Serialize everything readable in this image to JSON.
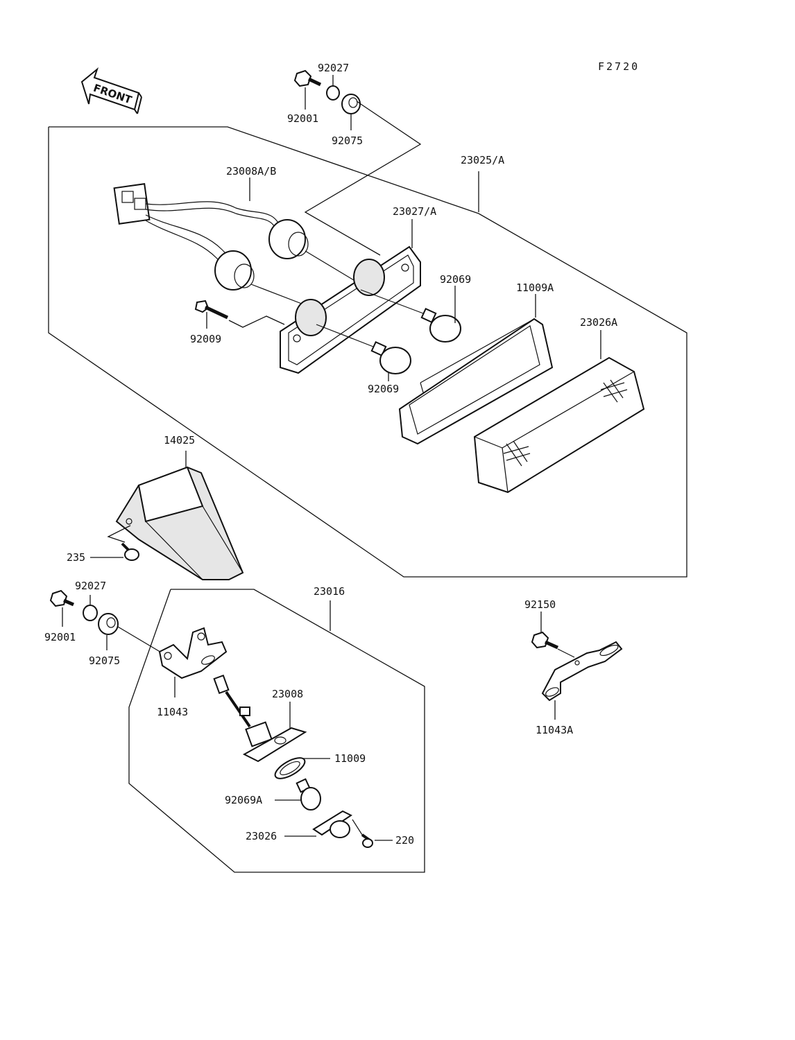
{
  "figure_code": "F2720",
  "front_arrow": {
    "label": "FRONT",
    "icon": "front-arrow-icon"
  },
  "part_labels": {
    "p92027_top": "92027",
    "p92001_top": "92001",
    "p92075_top": "92075",
    "p23025A": "23025/A",
    "p23008AB": "23008A/B",
    "p23027A": "23027/A",
    "p92069_a": "92069",
    "p11009A": "11009A",
    "p23026A": "23026A",
    "p92009": "92009",
    "p92069_b": "92069",
    "p14025": "14025",
    "p235": "235",
    "p92027_bottom": "92027",
    "p92001_bottom": "92001",
    "p92075_bottom": "92075",
    "p23016": "23016",
    "p11043": "11043",
    "p23008": "23008",
    "p11009": "11009",
    "p92069A": "92069A",
    "p23026": "23026",
    "p220": "220",
    "p92150": "92150",
    "p11043A": "11043A"
  }
}
